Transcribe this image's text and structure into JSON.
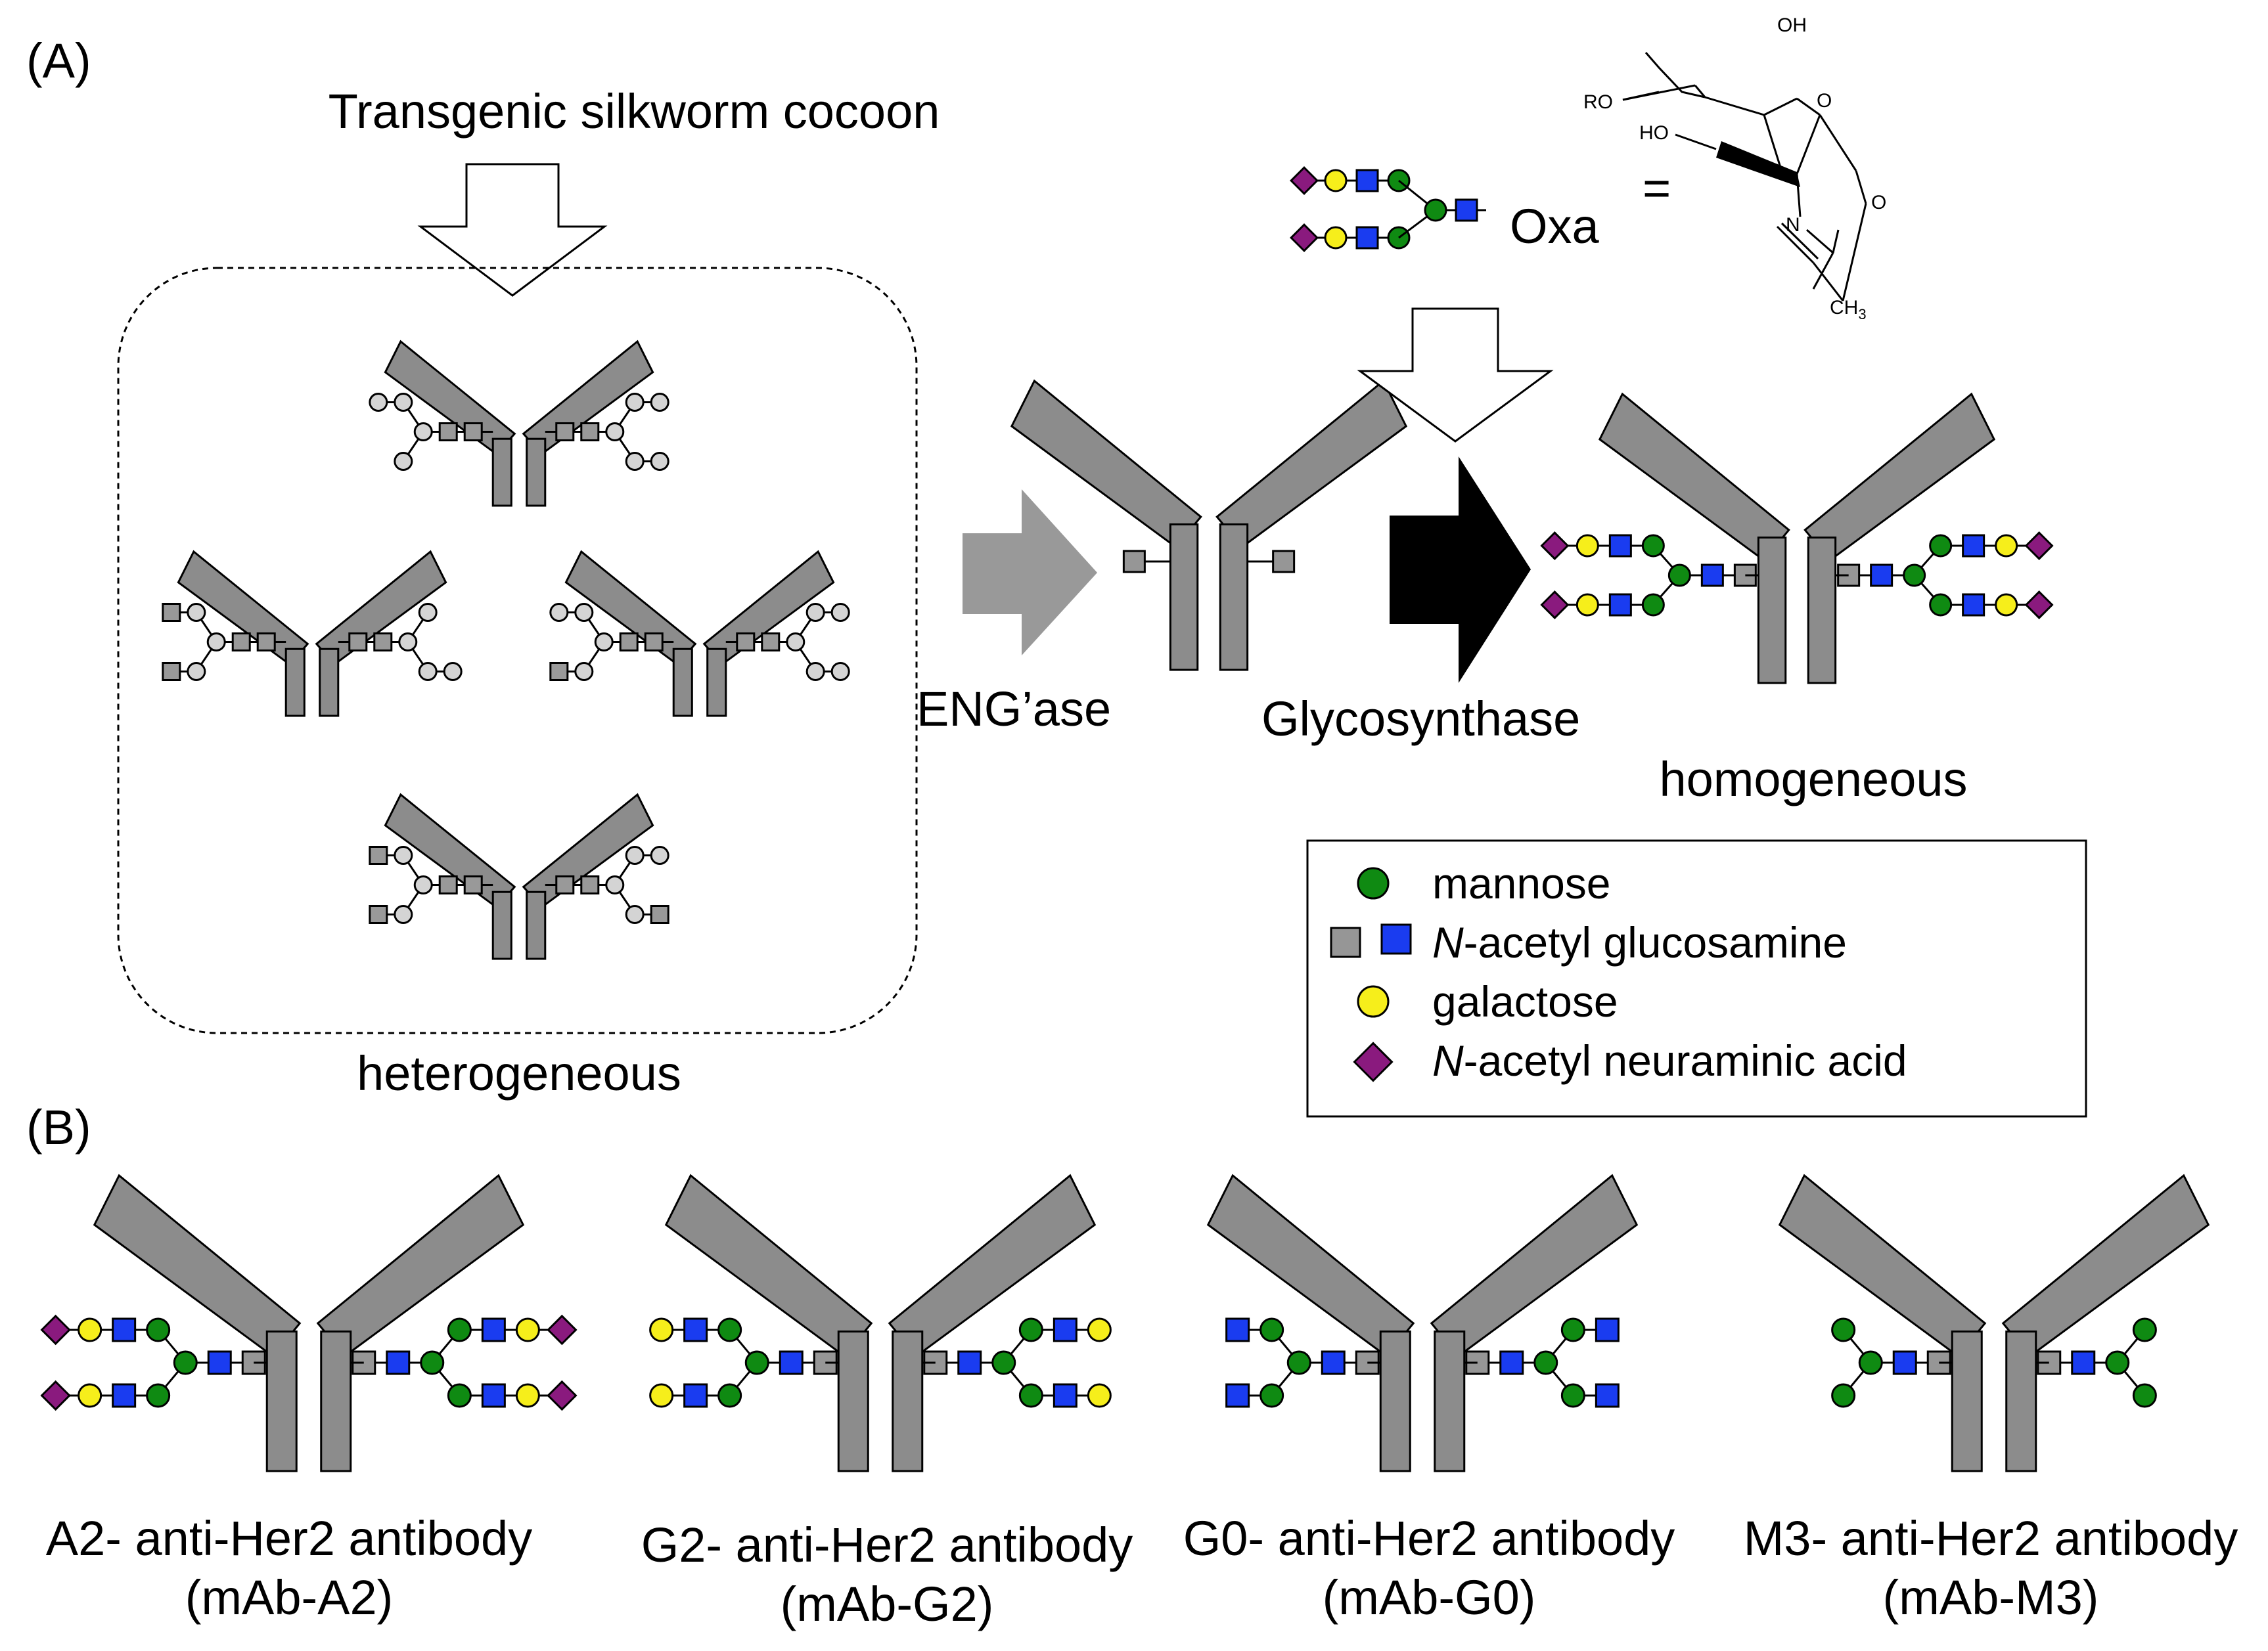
{
  "panels": {
    "a_label": "(A)",
    "b_label": "(B)"
  },
  "labels": {
    "cocoon": "Transgenic silkworm cocoon",
    "heterogeneous": "heterogeneous",
    "engase": "ENG’ase",
    "glycosynthase": "Glycosynthase",
    "homogeneous": "homogeneous"
  },
  "oxa": {
    "label": "Oxa",
    "equals": "="
  },
  "chem": {
    "oh": "OH",
    "ro": "RO",
    "ho": "HO",
    "o_ring": "O",
    "o_ox": "O",
    "n": "N",
    "ch3": "CH",
    "ch3_sub": "3"
  },
  "legend": {
    "mannose": "mannose",
    "glcnac_italic": "N",
    "glcnac_rest": "-acetyl glucosamine",
    "galactose": "galactose",
    "neu5ac_italic": "N",
    "neu5ac_rest": "-acetyl neuraminic acid"
  },
  "antibodies": [
    {
      "name": "A2- anti-Her2 antibody",
      "code": "(mAb-A2)"
    },
    {
      "name": "G2- anti-Her2 antibody",
      "code": "(mAb-G2)"
    },
    {
      "name": "G0- anti-Her2 antibody",
      "code": "(mAb-G0)"
    },
    {
      "name": "M3- anti-Her2 antibody",
      "code": "(mAb-M3)"
    }
  ],
  "colors": {
    "mannose": "#0f8a12",
    "glcnac_gray": "#969696",
    "glcnac_blue": "#1a3cf0",
    "galactose": "#f6ee1b",
    "neu5ac": "#8a1a7e",
    "antibody": "#8c8c8c",
    "hetero_sugar": "#d4d4d4"
  }
}
